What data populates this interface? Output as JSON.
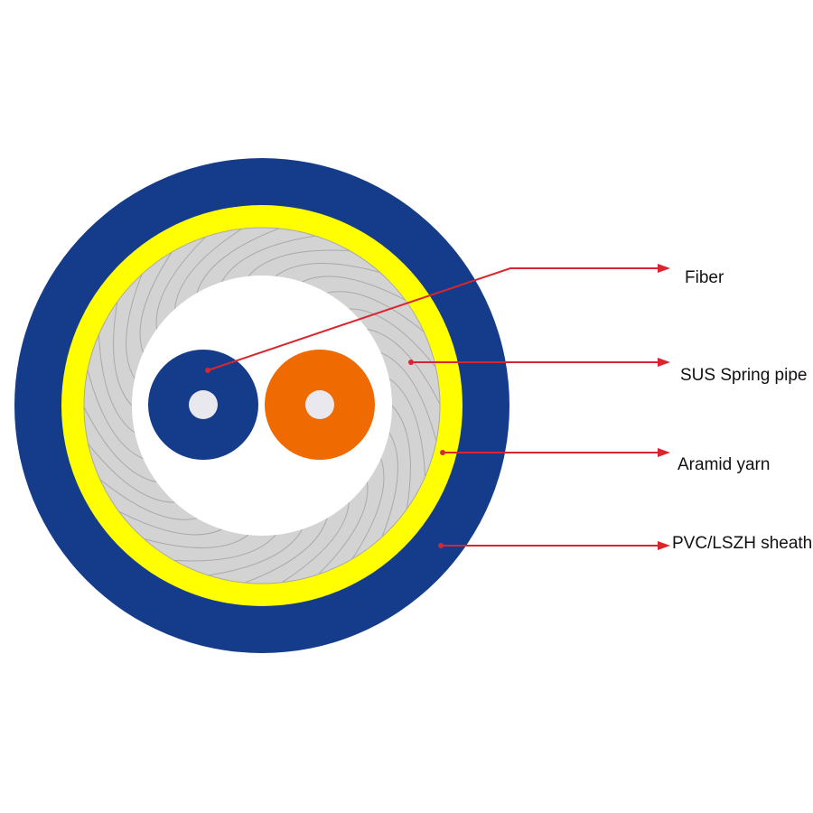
{
  "labels": {
    "fiber": "Fiber",
    "spring_pipe": "SUS Spring pipe",
    "aramid": "Aramid yarn",
    "sheath": "PVC/LSZH sheath"
  },
  "colors": {
    "sheath": "#143c8a",
    "aramid": "#ffff00",
    "spring_pipe": "#d3d3d3",
    "spring_lines": "#a9a9a9",
    "inner_space": "#ffffff",
    "fiber_blue": "#143c8a",
    "fiber_orange": "#ef6a00",
    "fiber_core": "#e8e8ee",
    "leader_lines": "#d9262e"
  },
  "icons": {
    "arrow": "arrow-head-icon"
  }
}
